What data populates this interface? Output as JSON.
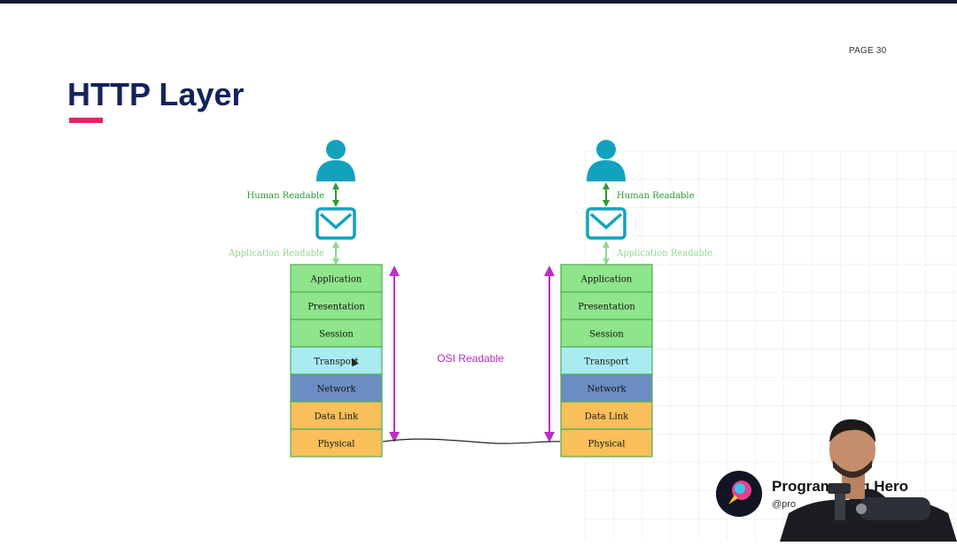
{
  "slide": {
    "page_label": "PAGE 30",
    "title": "HTTP Layer"
  },
  "diagram": {
    "label_human": "Human Readable",
    "label_application": "Application Readable",
    "label_osi": "OSI Readable",
    "layers": [
      {
        "name": "Application",
        "color": "#8fe58b"
      },
      {
        "name": "Presentation",
        "color": "#8fe58b"
      },
      {
        "name": "Session",
        "color": "#8fe58b"
      },
      {
        "name": "Transport",
        "color": "#a8ecf1"
      },
      {
        "name": "Network",
        "color": "#6c8dc4"
      },
      {
        "name": "Data Link",
        "color": "#f8bf5a"
      },
      {
        "name": "Physical",
        "color": "#f8bf5a"
      }
    ],
    "colors": {
      "user_icon": "#12a2bd",
      "envelope_icon": "#12a2bd",
      "human_arrow": "#2e9a33",
      "application_arrow": "#8ed88f",
      "osi_arrow": "#c02cc8",
      "layer_border": "#4fae52"
    }
  },
  "brand": {
    "name": "Programming Hero",
    "handle": "@pro"
  }
}
